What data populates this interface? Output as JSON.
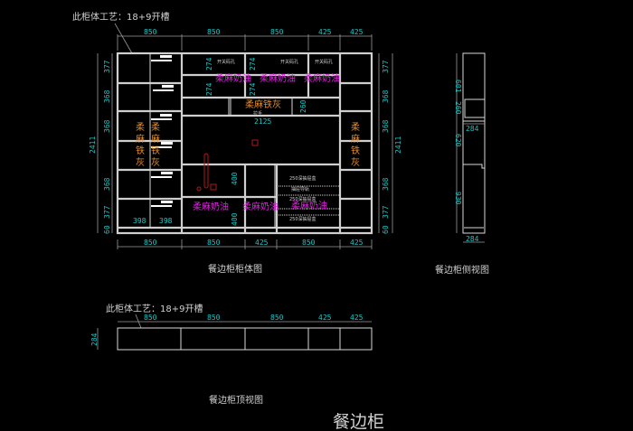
{
  "note": "此柜体工艺：18+9开槽",
  "front_view": {
    "title": "餐边柜柜体图",
    "top_widths": [
      "850",
      "850",
      "850",
      "425",
      "425"
    ],
    "bottom_widths": [
      "850",
      "850",
      "425",
      "850",
      "425"
    ],
    "heights": [
      "377",
      "368",
      "368",
      "368",
      "377",
      "60"
    ],
    "total_height": "2411",
    "inner_width": "2125",
    "box_heights": [
      "274",
      "274"
    ],
    "drawer_height": "260",
    "door_widths": [
      "398",
      "398"
    ],
    "lower_heights": [
      "400",
      "400"
    ],
    "label_milk": "柔麻奶油",
    "label_grey": "柔麻铁灰",
    "label_grey_chars": [
      "柔",
      "麻",
      "铁",
      "灰"
    ],
    "label_hole": "开关码孔",
    "label_drawer_box": "250深抽屉盒",
    "label_rail": "抽屉导轨",
    "label_handle": "拉手"
  },
  "side_view": {
    "title": "餐边柜侧视图",
    "heights": [
      "601",
      "260",
      "620",
      "930"
    ],
    "depth": "284"
  },
  "top_view": {
    "title": "餐边柜顶视图",
    "widths": [
      "850",
      "850",
      "850",
      "425",
      "425"
    ],
    "depth": "284"
  },
  "main_title": "餐边柜"
}
